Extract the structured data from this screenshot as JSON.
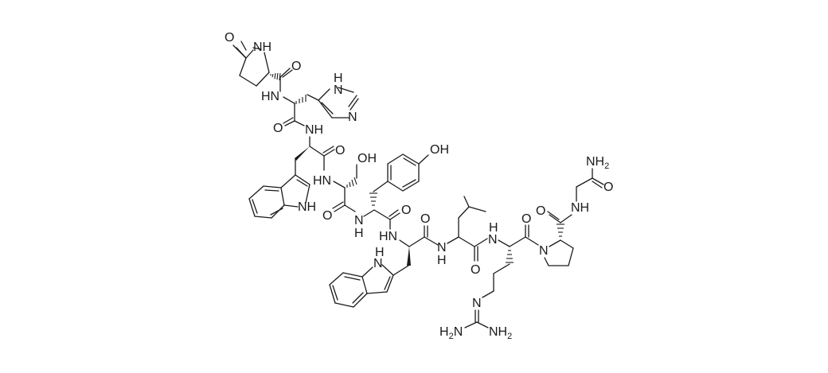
{
  "diagram": {
    "type": "chemical-structure",
    "description": "Peptide skeletal formula: pGlu-His-Trp-Ser-Tyr-D-Trp-Leu-Arg-Pro-Gly-NH2",
    "colors": {
      "bond": "#1a1a1a",
      "background": "#ffffff"
    },
    "residues": [
      {
        "name": "pyroglutamate",
        "labels": {
          "o": "O",
          "nh": "NH",
          "co": "O"
        }
      },
      {
        "name": "histidine",
        "labels": {
          "nh": "HN",
          "ring_nh": "N",
          "ring_h": "H",
          "ring_n": "N",
          "co": "O"
        }
      },
      {
        "name": "tryptophan",
        "labels": {
          "nh": "NH",
          "co": "O",
          "indole_nh": "NH"
        }
      },
      {
        "name": "serine",
        "labels": {
          "nh": "HN",
          "oh": "OH",
          "co": "O"
        }
      },
      {
        "name": "tyrosine",
        "labels": {
          "nh": "N",
          "h": "H",
          "oh": "OH",
          "co": "O"
        }
      },
      {
        "name": "d-tryptophan",
        "labels": {
          "nh": "HN",
          "indole_n": "N",
          "indole_h": "H",
          "co": "O"
        }
      },
      {
        "name": "leucine",
        "labels": {
          "nh": "N",
          "h": "H",
          "co": "O"
        }
      },
      {
        "name": "arginine",
        "labels": {
          "nh": "N",
          "h": "H",
          "co": "O",
          "n_imine": "N",
          "h2n_left": "H",
          "h2n_left_sub": "2",
          "h2n_left_n": "N",
          "nh2_right": "NH",
          "nh2_right_sub": "2"
        }
      },
      {
        "name": "proline",
        "labels": {
          "n": "N",
          "co": "O"
        }
      },
      {
        "name": "glycinamide",
        "labels": {
          "nh": "NH",
          "nh2": "NH",
          "nh2_sub": "2",
          "co": "O"
        }
      }
    ]
  }
}
